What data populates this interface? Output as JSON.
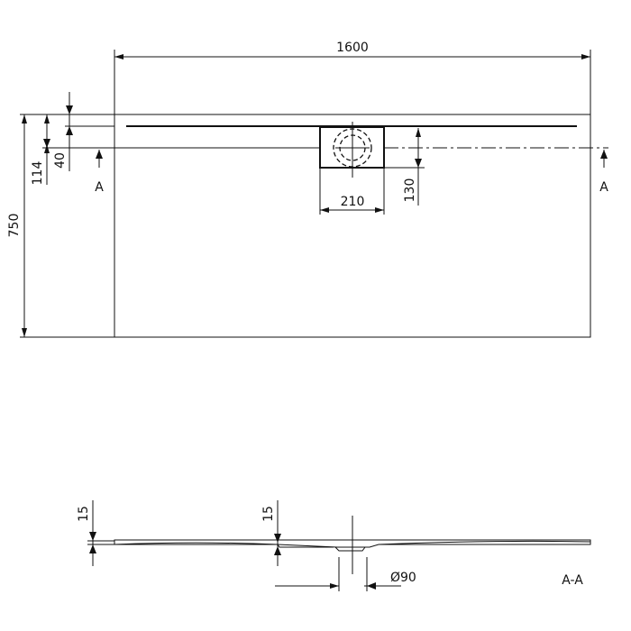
{
  "drawing": {
    "plan_view": {
      "width_dim": "1600",
      "height_dim": "750",
      "offset_114": "114",
      "offset_40": "40",
      "drain_width": "210",
      "drain_height": "130",
      "section_mark_left": "A",
      "section_mark_right": "A"
    },
    "section_view": {
      "thickness_left": "15",
      "thickness_mid": "15",
      "drain_diameter": "Ø90",
      "section_label": "A-A"
    }
  }
}
